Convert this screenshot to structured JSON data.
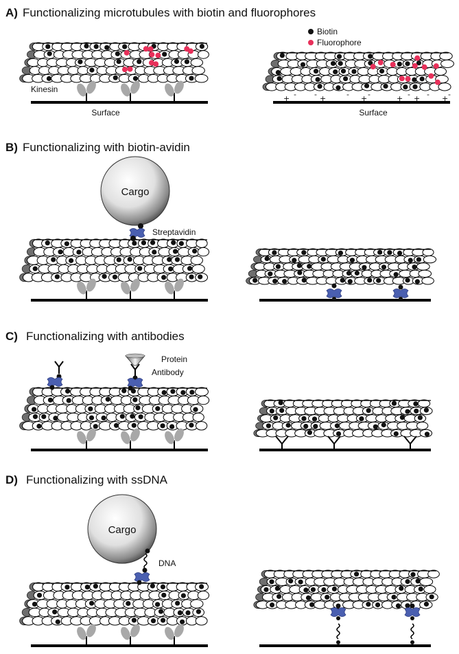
{
  "figure": {
    "panels": [
      {
        "letter": "A)",
        "title": "Functionalizing microtubules with biotin and fluorophores"
      },
      {
        "letter": "B)",
        "title": "Functionalizing with biotin-avidin"
      },
      {
        "letter": "C)",
        "title": "Functionalizing with antibodies"
      },
      {
        "letter": "D)",
        "title": "Functionalizing with ssDNA"
      }
    ],
    "legend": {
      "biotin": "Biotin",
      "fluorophore": "Fluorophore"
    },
    "labels": {
      "kinesin": "Kinesin",
      "surface_left": "Surface",
      "surface_right": "Surface",
      "streptavidin": "Streptavidin",
      "cargo_b": "Cargo",
      "cargo_d": "Cargo",
      "protein": "Protein",
      "antibody": "Antibody",
      "dna": "DNA"
    },
    "charge_marks": [
      "+",
      "-",
      "-",
      "+",
      "-",
      "+",
      "-",
      "+",
      "-",
      "+",
      "-",
      "+",
      "-"
    ],
    "colors": {
      "biotin": "#111111",
      "fluorophore": "#e8305a",
      "streptavidin": "#4a5fb0",
      "kinesin": "#a8a8a8",
      "microtubule_end": "#6e6e6e"
    }
  }
}
